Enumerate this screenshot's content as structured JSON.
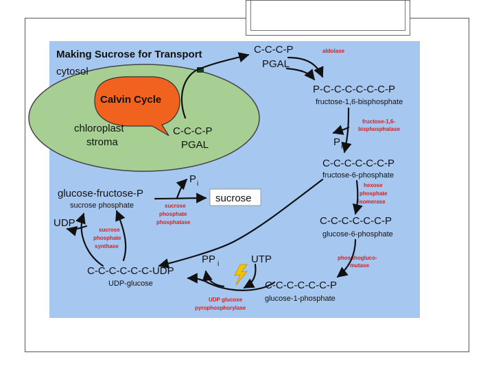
{
  "title": "Making Sucrose for Transport",
  "regions": {
    "cytosol": "cytosol",
    "calvin": "Calvin Cycle",
    "chloroplast": "chloroplast",
    "stroma": "stroma"
  },
  "molecules": {
    "pgal_top": {
      "formula": "C-C-C-P",
      "name": "PGAL"
    },
    "pgal_inner": {
      "formula": "C-C-C-P",
      "name": "PGAL"
    },
    "fbp": {
      "formula": "P-C-C-C-C-C-C-P",
      "name": "fructose-1,6-bisphosphate"
    },
    "f6p": {
      "formula": "C-C-C-C-C-C-P",
      "name": "fructose-6-phosphate"
    },
    "g6p": {
      "formula": "C-C-C-C-C-C-P",
      "name": "glucose-6-phosphate"
    },
    "g1p": {
      "formula": "C-C-C-C-C-C-P",
      "name": "glucose-1-phosphate"
    },
    "udpg": {
      "formula": "C-C-C-C-C-C-UDP",
      "name": "UDP-glucose"
    },
    "gfp": {
      "formula": "glucose-fructose-P",
      "name": "sucrose phosphate"
    },
    "sucrose": "sucrose",
    "udp": "UDP",
    "utp": "UTP",
    "ppi": {
      "main": "PP",
      "sub": "i"
    },
    "pi_upper": {
      "main": "P",
      "sub": "i"
    },
    "pi_lower": {
      "main": "P",
      "sub": "i"
    }
  },
  "enzymes": {
    "aldolase": [
      "aldolase"
    ],
    "fbpase": [
      "fructose-1,6-",
      "bisphosphatase"
    ],
    "hpi": [
      "hexose",
      "phosphate",
      "isomerase"
    ],
    "pgm": [
      "phosphogluco-",
      "mutase"
    ],
    "udpgp": [
      "UDP glucose",
      "pyrophosphorylase"
    ],
    "sps": [
      "sucrose",
      "phosphate",
      "synthase"
    ],
    "spp": [
      "sucrose",
      "phosphate",
      "phosphatase"
    ]
  },
  "colors": {
    "panel": "#a6c8f0",
    "ellipse": "#a7cf94",
    "callout": "#f0621e",
    "enzyme": "#d42020",
    "lightning": "#f5c400",
    "ink": "#111111"
  }
}
